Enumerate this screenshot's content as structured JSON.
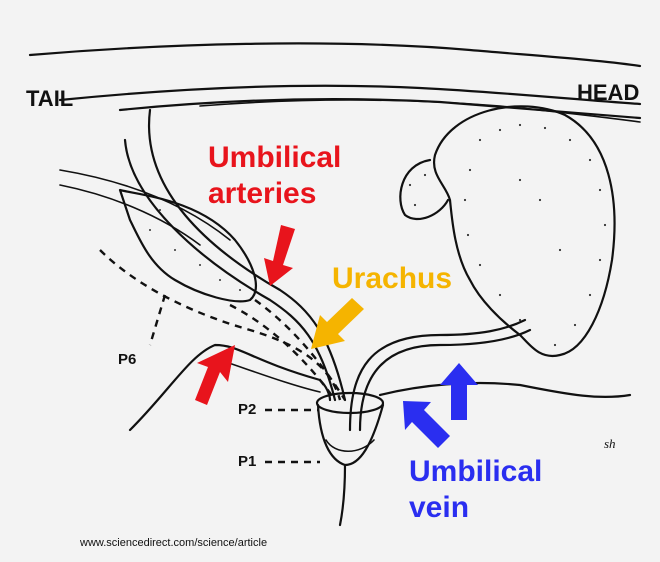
{
  "labels": {
    "tail": "TAIL",
    "head": "HEAD",
    "umbilical_arteries_line1": "Umbilical",
    "umbilical_arteries_line2": "arteries",
    "urachus": "Urachus",
    "umbilical_vein_line1": "Umbilical",
    "umbilical_vein_line2": "vein",
    "p6": "P6",
    "p2": "P2",
    "p1": "P1",
    "signature": "sh",
    "source": "www.sciencedirect.com/science/article"
  },
  "colors": {
    "background": "#f3f3f3",
    "ink": "#111111",
    "arteries": "#e8141c",
    "urachus": "#f5b400",
    "vein": "#2a2ef0"
  },
  "arrows": [
    {
      "name": "umbilical-artery-arrow-upper",
      "color": "arteries"
    },
    {
      "name": "umbilical-artery-arrow-lower",
      "color": "arteries"
    },
    {
      "name": "urachus-arrow",
      "color": "urachus"
    },
    {
      "name": "umbilical-vein-arrow-left",
      "color": "vein"
    },
    {
      "name": "umbilical-vein-arrow-right",
      "color": "vein"
    }
  ]
}
